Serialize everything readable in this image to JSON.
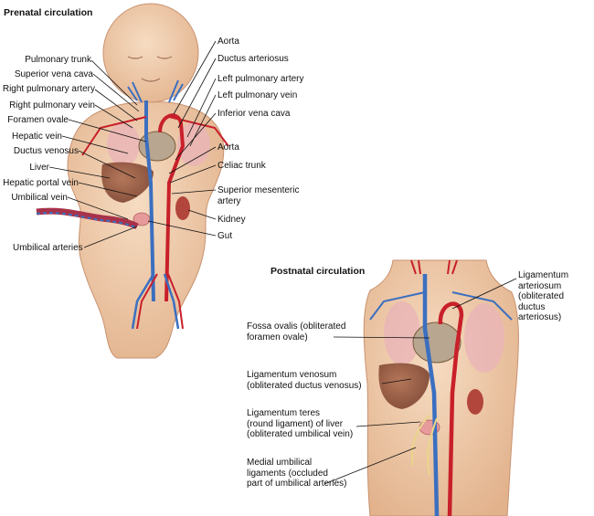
{
  "colors": {
    "skin": "#efc9a6",
    "skin_shade": "#d9a27c",
    "artery": "#c8202a",
    "vein": "#3b6fc0",
    "lung": "#e9b3b8",
    "liver": "#8a4a32",
    "heart": "#b8a690",
    "leader": "#111111"
  },
  "prenatal": {
    "title": "Prenatal circulation",
    "labels_left": {
      "pulmonary_trunk": "Pulmonary trunk",
      "superior_vena_cava": "Superior vena cava",
      "right_pulmonary_artery": "Right pulmonary artery",
      "right_pulmonary_vein": "Right pulmonary vein",
      "foramen_ovale": "Foramen ovale",
      "hepatic_vein": "Hepatic vein",
      "ductus_venosus": "Ductus venosus",
      "liver": "Liver",
      "hepatic_portal_vein": "Hepatic portal vein",
      "umbilical_vein": "Umbilical vein",
      "umbilical_arteries": "Umbilical arteries"
    },
    "labels_right": {
      "aorta_top": "Aorta",
      "ductus_arteriosus": "Ductus arteriosus",
      "left_pulmonary_artery": "Left pulmonary artery",
      "left_pulmonary_vein": "Left pulmonary vein",
      "inferior_vena_cava": "Inferior vena cava",
      "aorta_mid": "Aorta",
      "celiac_trunk": "Celiac trunk",
      "superior_mesenteric_artery": "Superior mesenteric\nartery",
      "kidney": "Kidney",
      "gut": "Gut"
    }
  },
  "postnatal": {
    "title": "Postnatal circulation",
    "labels": {
      "ligamentum_arteriosum": "Ligamentum\narteriosum\n(obliterated\nductus\narteriosus)",
      "fossa_ovalis": "Fossa ovalis (obliterated\nforamen ovale)",
      "ligamentum_venosum": "Ligamentum venosum\n(obliterated ductus venosus)",
      "ligamentum_teres": "Ligamentum teres\n(round ligament) of liver\n(obliterated umbilical vein)",
      "medial_umbilical": "Medial umbilical\nligaments (occluded\npart of umbilical arteries)"
    }
  }
}
